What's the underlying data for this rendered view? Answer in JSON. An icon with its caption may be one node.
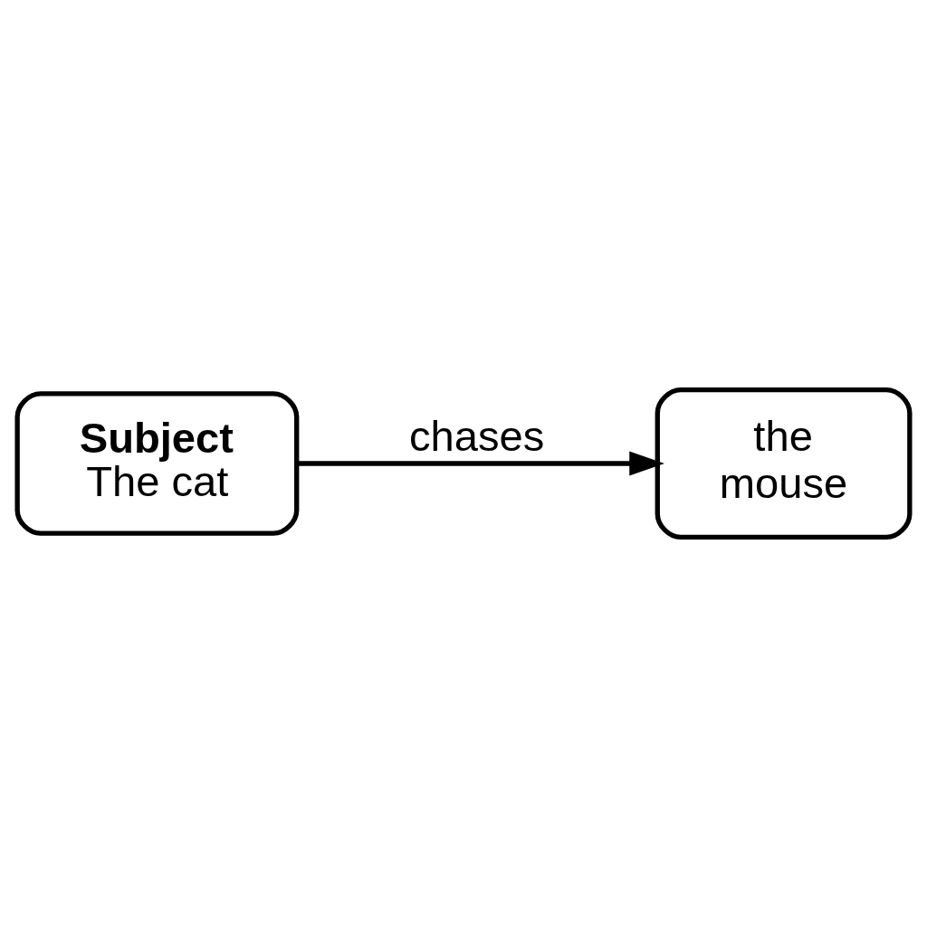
{
  "diagram": {
    "nodes": [
      {
        "text": [
          "Subject",
          "The cat"
        ]
      },
      {
        "text": [
          "the mouse"
        ]
      }
    ],
    "edges": [
      {
        "from": 0,
        "to": 1,
        "arrow": "to",
        "label": "chases"
      }
    ]
  }
}
